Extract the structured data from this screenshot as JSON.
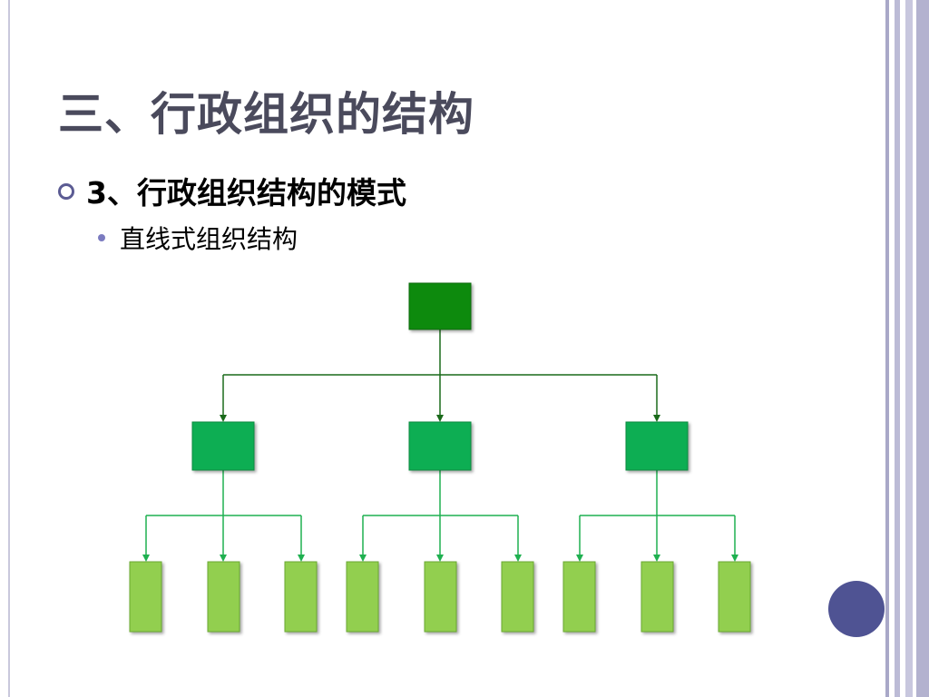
{
  "slide": {
    "title": "三、行政组织的结构",
    "bullet_level1": "3、行政组织结构的模式",
    "bullet_level2": "直线式组织结构"
  },
  "diagram": {
    "type": "tree",
    "levels": 3,
    "root_count": 1,
    "children_per_root": 3,
    "children_per_middle": 3,
    "colors": {
      "root": "#0e8a0e",
      "middle": "#0aae52",
      "leaf": "#92cf4f",
      "connector_top": "#1a6a1a",
      "connector_bottom": "#1fb050"
    }
  },
  "theme": {
    "title_color": "#4a4a5c",
    "accent": "#4f5393"
  }
}
